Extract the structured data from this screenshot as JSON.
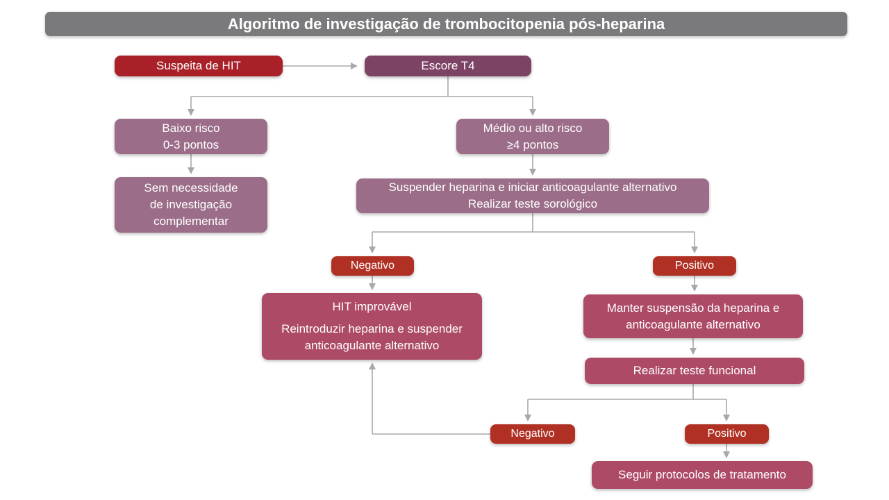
{
  "title": "Algoritmo de investigação de trombocitopenia pós-heparina",
  "colors": {
    "title_bar": "#7a7a7c",
    "red": "#a92028",
    "plum": "#7d4365",
    "mauve": "#9b6d88",
    "rose": "#ad4a66",
    "brick": "#b03123",
    "connector": "#a8a8a8",
    "text": "#ffffff",
    "bg": "#ffffff"
  },
  "nodes": {
    "suspeita": {
      "label": "Suspeita de HIT"
    },
    "escore": {
      "label": "Escore T4"
    },
    "baixo_risco": {
      "lines": [
        "Baixo risco",
        "0-3 pontos"
      ]
    },
    "medio_alto_risco": {
      "lines": [
        "Médio ou alto risco",
        "≥4 pontos"
      ]
    },
    "sem_necessidade": {
      "lines": [
        "Sem necessidade",
        "de investigação",
        "complementar"
      ]
    },
    "suspender": {
      "lines": [
        "Suspender heparina e iniciar anticoagulante alternativo",
        "Realizar teste sorológico"
      ]
    },
    "negativo_sorologico": {
      "label": "Negativo"
    },
    "positivo_sorologico": {
      "label": "Positivo"
    },
    "hit_improvavel": {
      "lines": [
        "HIT improvável",
        "Reintroduzir heparina e suspender anticoagulante alternativo"
      ]
    },
    "manter_suspensao": {
      "label": "Manter suspensão da heparina e anticoagulante alternativo"
    },
    "teste_funcional": {
      "label": "Realizar teste funcional"
    },
    "negativo_funcional": {
      "label": "Negativo"
    },
    "positivo_funcional": {
      "label": "Positivo"
    },
    "seguir_protocolos": {
      "label": "Seguir protocolos de tratamento"
    }
  }
}
